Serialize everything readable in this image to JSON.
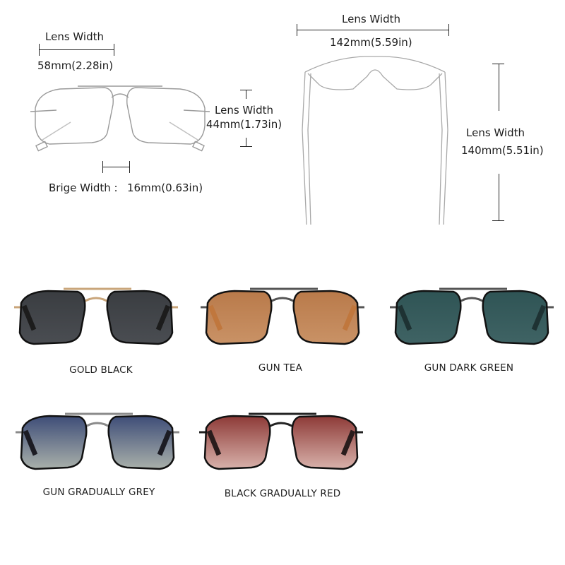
{
  "dimensions": {
    "front_lens_width": {
      "label": "Lens Width",
      "value": "58mm(2.28in)"
    },
    "lens_height": {
      "label": "Lens Width",
      "value": "44mm(1.73in)"
    },
    "bridge_width": {
      "label": "Brige Width :",
      "value": "16mm(0.63in)"
    },
    "total_width": {
      "label": "Lens Width",
      "value": "142mm(5.59in)"
    },
    "temple_length": {
      "label": "Lens Width",
      "value": "140mm(5.51in)"
    }
  },
  "variants": [
    {
      "name": "GOLD BLACK",
      "frame": "#c9a57a",
      "rim": "#111111",
      "lens_top": "#3a3d41",
      "lens_bottom": "#4a4d52",
      "temple": "#1c1c1c"
    },
    {
      "name": "GUN TEA",
      "frame": "#555555",
      "rim": "#111111",
      "lens_top": "#b97a4a",
      "lens_bottom": "#c99266",
      "temple": "#c0773d"
    },
    {
      "name": "GUN DARK GREEN",
      "frame": "#555555",
      "rim": "#111111",
      "lens_top": "#2f5455",
      "lens_bottom": "#3f6364",
      "temple": "#1e3233"
    },
    {
      "name": "GUN GRADUALLY GREY",
      "frame": "#8a8a8a",
      "rim": "#111111",
      "lens_top": "#3e4d78",
      "lens_bottom": "#a9b0aa",
      "temple": "#1c1c24"
    },
    {
      "name": "BLACK GRADUALLY RED",
      "frame": "#222222",
      "rim": "#111111",
      "lens_top": "#8d3a37",
      "lens_bottom": "#d8b2ab",
      "temple": "#2a1c1c"
    }
  ]
}
